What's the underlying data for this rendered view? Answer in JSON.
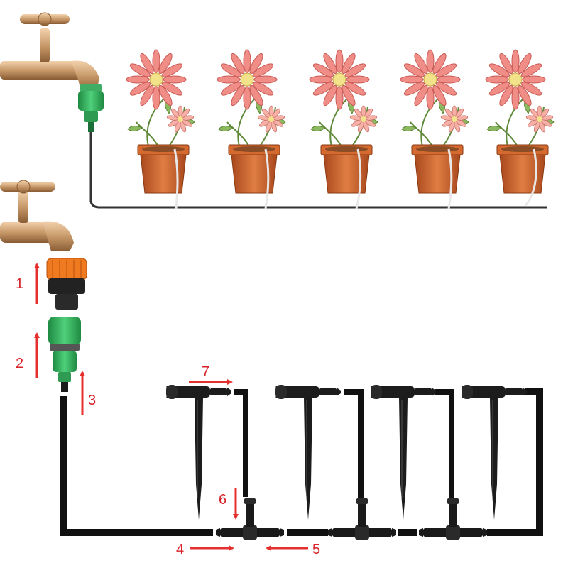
{
  "colors": {
    "background": "#ffffff",
    "tube": "#111111",
    "arrow": "#e53030",
    "label": "#d8232a",
    "connector_green": "#2eb35a",
    "adapter_orange": "#f07a20",
    "faucet_brass": "#c89a6a",
    "pot": "#c9622a",
    "petal": "#f08d86"
  },
  "icons": [
    "faucet-icon",
    "quick-connector-icon",
    "flower-pot-icon",
    "drip-stake-icon",
    "tee-connector-icon",
    "arrow-icon"
  ],
  "top_scene": {
    "pot_count": 5
  },
  "steps": {
    "s1": "1",
    "s2": "2",
    "s3": "3",
    "s4": "4",
    "s5": "5",
    "s6": "6",
    "s7": "7"
  }
}
